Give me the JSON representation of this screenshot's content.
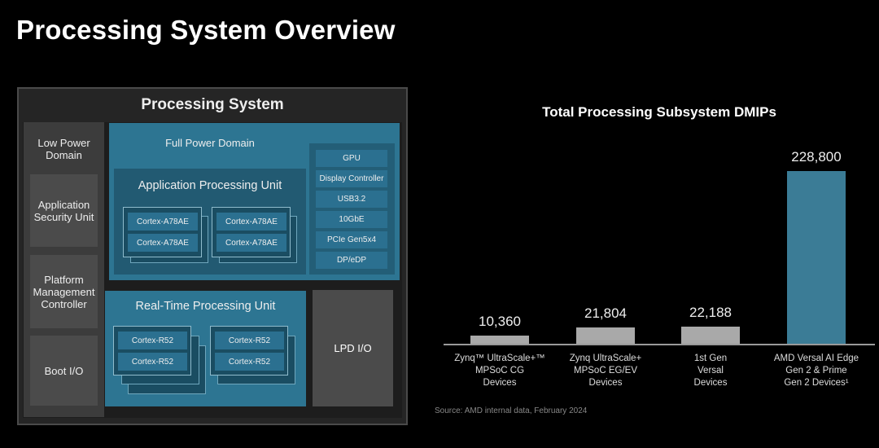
{
  "page_title": "Processing System Overview",
  "diagram": {
    "title": "Processing System",
    "low_power_domain": {
      "label": "Low Power Domain",
      "blocks": [
        "Application Security Unit",
        "Platform Management Controller",
        "Boot I/O"
      ]
    },
    "full_power_domain": {
      "label": "Full Power Domain",
      "apu": {
        "label": "Application Processing Unit",
        "cores": [
          "Cortex-A78AE",
          "Cortex-A78AE",
          "Cortex-A78AE",
          "Cortex-A78AE"
        ]
      },
      "peripherals": [
        "GPU",
        "Display Controller",
        "USB3.2",
        "10GbE",
        "PCIe Gen5x4",
        "DP/eDP"
      ]
    },
    "rpu": {
      "label": "Real-Time Processing Unit",
      "cores": [
        "Cortex-R52",
        "Cortex-R52",
        "Cortex-R52",
        "Cortex-R52"
      ]
    },
    "lpd_io": "LPD I/O",
    "colors": {
      "domain": "#2d7592",
      "unit": "#225a72",
      "gray_block": "#4b4b4b"
    }
  },
  "chart_data": {
    "type": "bar",
    "title": "Total Processing  Subsystem  DMIPs",
    "categories": [
      [
        "Zynq™ UltraScale+™",
        "MPSoC CG",
        "Devices"
      ],
      [
        "Zynq UltraScale+",
        "MPSoC EG/EV",
        "Devices"
      ],
      [
        "1st Gen",
        "Versal",
        "Devices"
      ],
      [
        "AMD Versal AI Edge",
        "Gen 2 & Prime",
        "Gen 2 Devices¹"
      ]
    ],
    "values": [
      10360,
      21804,
      22188,
      228800
    ],
    "value_labels": [
      "10,360",
      "21,804",
      "22,188",
      "228,800"
    ],
    "bar_colors": [
      "#a9a9a9",
      "#a9a9a9",
      "#a9a9a9",
      "#3b7c96"
    ],
    "xlabel": "",
    "ylabel": "",
    "ylim": [
      0,
      228800
    ],
    "grid": false
  },
  "source": "Source: AMD internal data, February 2024"
}
